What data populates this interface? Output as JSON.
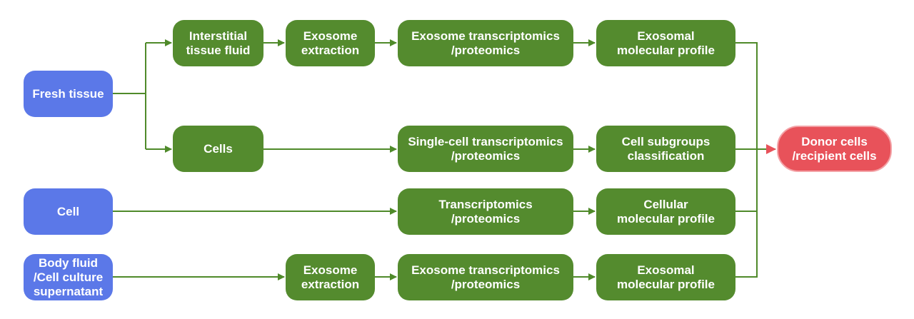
{
  "colors": {
    "process": "#548b2e",
    "source": "#5b78e8",
    "target": "#e8525a",
    "connector": "#4f8a2a"
  },
  "sources": {
    "fresh_tissue": "Fresh tissue",
    "cell": "Cell",
    "body_fluid": "Body fluid\n/Cell culture\nsupernatant"
  },
  "row1": {
    "interstitial": "Interstitial\ntissue fluid",
    "extraction": "Exosome\nextraction",
    "omics": "Exosome transcriptomics\n/proteomics",
    "profile": "Exosomal\nmolecular profile"
  },
  "row2": {
    "cells": "Cells",
    "omics": "Single-cell transcriptomics\n/proteomics",
    "subgroups": "Cell subgroups\nclassification"
  },
  "row3": {
    "omics": "Transcriptomics\n/proteomics",
    "profile": "Cellular\nmolecular profile"
  },
  "row4": {
    "extraction": "Exosome\nextraction",
    "omics": "Exosome transcriptomics\n/proteomics",
    "profile": "Exosomal\nmolecular profile"
  },
  "target": {
    "label": "Donor cells\n/recipient cells"
  }
}
